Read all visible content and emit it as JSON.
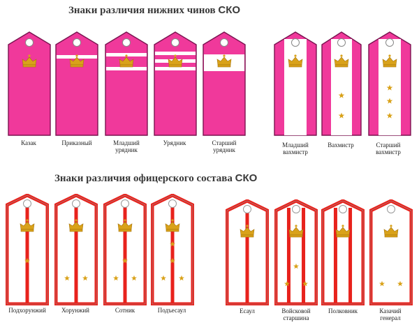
{
  "titles": {
    "lower_ranks": "Знаки различия нижних чинов",
    "officers": "Знаки различия офицерского состава",
    "sko": "СКО"
  },
  "colors": {
    "pink": "#f0399b",
    "red": "#e8221c",
    "white": "#ffffff",
    "crown": "#d9a21a"
  },
  "lower_ranks": [
    {
      "label": "Казак",
      "style": "plain",
      "stripes": 0,
      "stars": 0
    },
    {
      "label": "Приказный",
      "style": "plain",
      "stripes": 1,
      "stars": 0
    },
    {
      "label": "Младший\nурядник",
      "style": "plain",
      "stripes": 2,
      "stars": 0
    },
    {
      "label": "Урядник",
      "style": "plain",
      "stripes": 3,
      "stars": 0
    },
    {
      "label": "Старший\nурядник",
      "style": "plain",
      "stripes": "wide",
      "stars": 0
    },
    {
      "label": "Младший\nвахмистр",
      "style": "galloon",
      "stars": 0
    },
    {
      "label": "Вахмистр",
      "style": "galloon",
      "stars": 2
    },
    {
      "label": "Старший\nвахмистр",
      "style": "galloon",
      "stars": 3
    }
  ],
  "officers": [
    {
      "label": "Подхорунжий",
      "gaps": 1,
      "stars": [
        1,
        0,
        0
      ]
    },
    {
      "label": "Хорунжий",
      "gaps": 1,
      "stars": [
        0,
        2,
        0
      ]
    },
    {
      "label": "Сотник",
      "gaps": 1,
      "stars": [
        1,
        2,
        0
      ]
    },
    {
      "label": "Подъесаул",
      "gaps": 1,
      "stars": [
        1,
        2,
        1
      ]
    },
    {
      "label": "Есаул",
      "gaps": 1,
      "stars": [
        0,
        0,
        0
      ]
    },
    {
      "label": "Войсковой\nстаршина",
      "gaps": 2,
      "stars": [
        1,
        2,
        0
      ]
    },
    {
      "label": "Полковник",
      "gaps": 2,
      "stars": [
        0,
        0,
        0
      ]
    },
    {
      "label": "Казачий\nгенерал",
      "gaps": "zigzag",
      "stars": [
        0,
        2,
        0
      ]
    }
  ]
}
